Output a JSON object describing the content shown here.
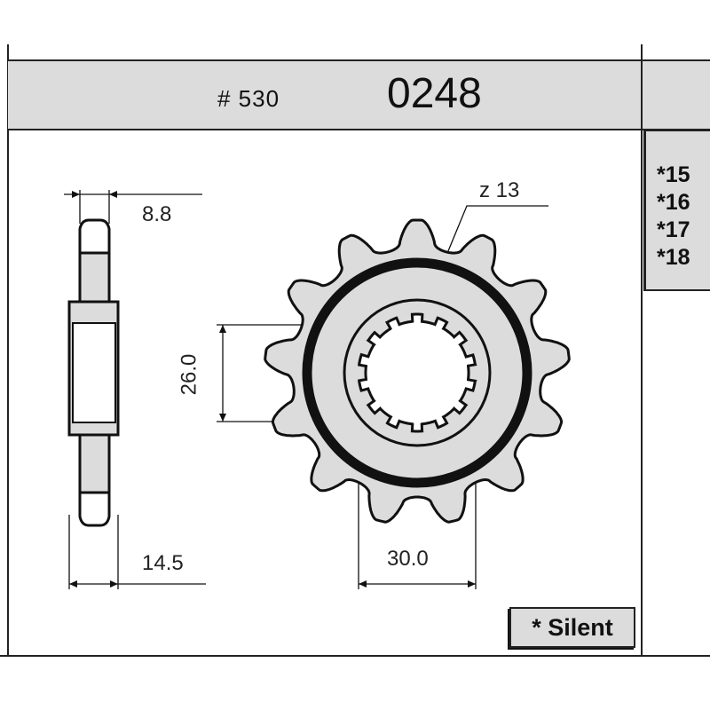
{
  "header": {
    "pitch": "# 530",
    "part_number": "0248"
  },
  "sizes": [
    "*15",
    "*16",
    "*17",
    "*18"
  ],
  "teeth_label": "z 13",
  "teeth_count": 13,
  "spline_count": 14,
  "dimensions": {
    "tooth_width": "8.8",
    "hub_width": "14.5",
    "spline_diameter": "26.0",
    "bore_diameter": "30.0"
  },
  "legend": {
    "silent": "* Silent"
  },
  "colors": {
    "fill": "#dcdcdc",
    "line": "#111111"
  }
}
